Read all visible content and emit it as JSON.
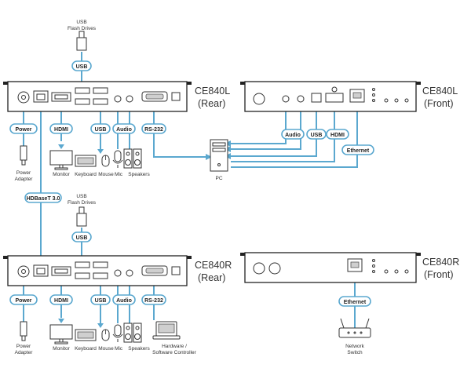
{
  "units": {
    "l_rear_name": "CE840L",
    "l_rear_side": "(Rear)",
    "l_front_name": "CE840L",
    "l_front_side": "(Front)",
    "r_rear_name": "CE840R",
    "r_rear_side": "(Rear)",
    "r_front_name": "CE840R",
    "r_front_side": "(Front)"
  },
  "pills": {
    "usb": "USB",
    "power": "Power",
    "hdmi": "HDMI",
    "audio": "Audio",
    "rs232": "RS-232",
    "ethernet": "Ethernet",
    "hdbaset": "HDBaseT 3.0"
  },
  "devices": {
    "usb_flash_line1": "USB",
    "usb_flash_line2": "Flash Drives",
    "power_adapter_line1": "Power",
    "power_adapter_line2": "Adapter",
    "monitor": "Monitor",
    "keyboard": "Keyboard",
    "mouse": "Mouse",
    "mic": "Mic",
    "speakers": "Speakers",
    "pc": "PC",
    "hw_controller_line1": "Hardware /",
    "hw_controller_line2": "Software Controller",
    "network_switch_line1": "Network",
    "network_switch_line2": "Switch"
  },
  "colors": {
    "cable": "#5ba8cf",
    "outline": "#333333"
  }
}
